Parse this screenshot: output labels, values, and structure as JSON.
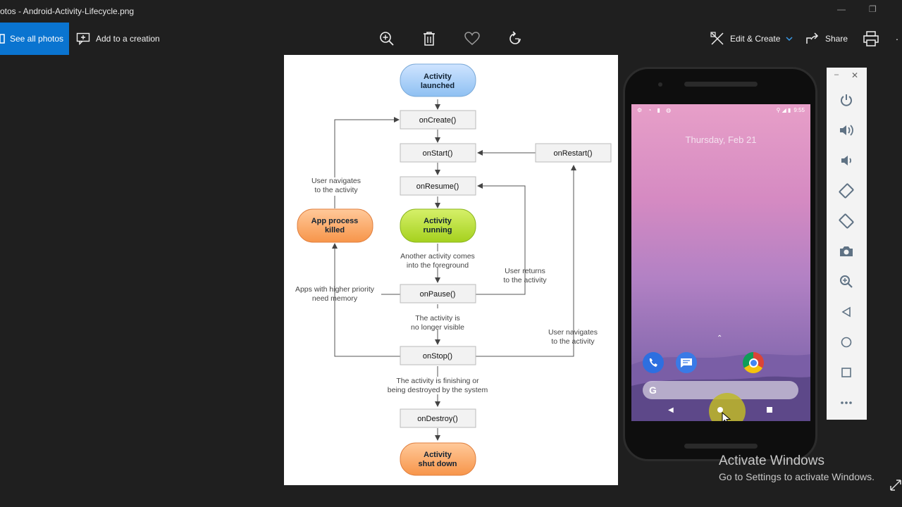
{
  "window": {
    "title": "otos - Android-Activity-Lifecycle.png"
  },
  "toolbar": {
    "see_all": "See all photos",
    "add_creation": "Add to a creation",
    "edit_create": "Edit & Create",
    "share": "Share",
    "icons": [
      "zoom-in-icon",
      "delete-icon",
      "heart-icon",
      "rotate-icon",
      "print-icon",
      "more-icon"
    ]
  },
  "diagram": {
    "nodes": {
      "launched": "Activity\nlaunched",
      "onCreate": "onCreate()",
      "onStart": "onStart()",
      "onRestart": "onRestart()",
      "onResume": "onResume()",
      "running": "Activity\nrunning",
      "killed": "App process\nkilled",
      "onPause": "onPause()",
      "onStop": "onStop()",
      "onDestroy": "onDestroy()",
      "shutdown": "Activity\nshut down"
    },
    "labels": {
      "user_nav_top": "User navigates\nto the activity",
      "another_activity": "Another activity comes\ninto the foreground",
      "user_returns": "User returns\nto the activity",
      "apps_priority": "Apps with higher priority\nneed memory",
      "no_longer_visible": "The activity is\nno longer visible",
      "user_nav_right": "User navigates\nto the activity",
      "finishing": "The activity is finishing or\nbeing destroyed by the system"
    }
  },
  "phone": {
    "time": "9:55",
    "date": "Thursday, Feb 21"
  },
  "emulator": {
    "buttons": [
      "power-icon",
      "volume-up-icon",
      "volume-down-icon",
      "rotate-left-icon",
      "rotate-right-icon",
      "camera-icon",
      "zoom-icon",
      "back-icon",
      "home-icon",
      "overview-icon",
      "more-icon"
    ]
  },
  "watermark": {
    "line1": "Activate Windows",
    "line2": "Go to Settings to activate Windows."
  }
}
